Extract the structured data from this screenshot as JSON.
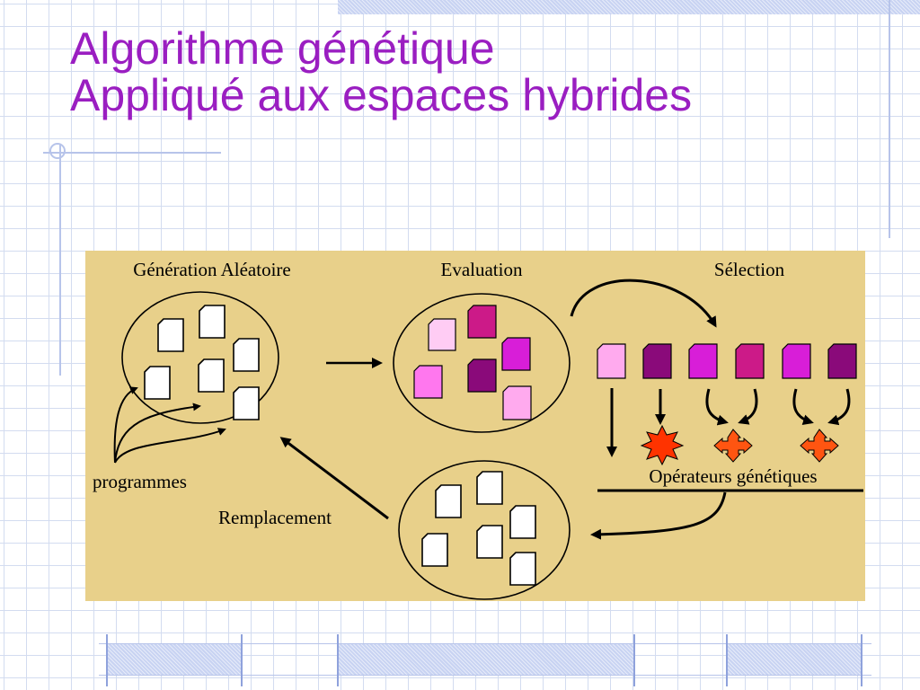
{
  "slide": {
    "title_line1": "Algorithme génétique",
    "title_line2": "Appliqué aux espaces hybrides"
  },
  "diagram": {
    "background_color": "#e8d08a",
    "labels": {
      "generation": "Génération Aléatoire",
      "evaluation": "Evaluation",
      "selection": "Sélection",
      "programmes": "programmes",
      "remplacement": "Remplacement",
      "operateurs": "Opérateurs génétiques"
    },
    "program_colors": {
      "light_pink": "#ffaaee",
      "pink": "#ff77ee",
      "magenta": "#d81ed8",
      "crimson": "#cc1a88",
      "purple": "#8a0a7a",
      "very_light_pink": "#ffccf4"
    },
    "operator_colors": {
      "mutation": "#ff3300",
      "crossover": "#ff5511"
    }
  },
  "theme": {
    "title_color": "#9a1ec1",
    "grid_color": "#d3dcf0",
    "accent_bar_color": "#c8d3f2"
  }
}
